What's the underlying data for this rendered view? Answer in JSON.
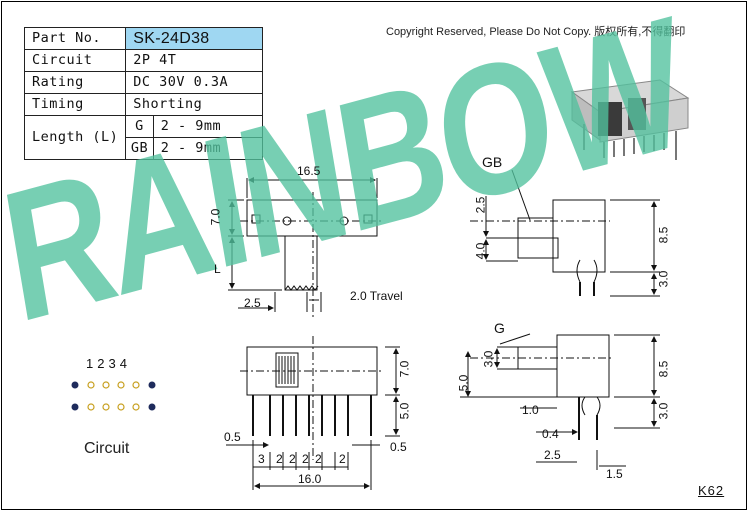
{
  "spec": {
    "part_label": "Part No.",
    "part_value": "SK-24D38",
    "circuit_label": "Circuit",
    "circuit_value": "2P 4T",
    "rating_label": "Rating",
    "rating_value": "DC 30V 0.3A",
    "timing_label": "Timing",
    "timing_value": "Shorting",
    "length_label": "Length (L)",
    "length_rows": [
      {
        "type": "G",
        "value": "2 - 9mm"
      },
      {
        "type": "GB",
        "value": "2 - 9mm"
      }
    ]
  },
  "copyright": "Copyright Reserved, Please Do Not Copy. 版权所有,不得翻印",
  "watermark": "RAINBOW",
  "dimensions": {
    "top_width": "16.5",
    "body_height": "7.0",
    "length": "L",
    "pitch_offset": "2.5",
    "travel": "2.0 Travel",
    "front_height": "7.0",
    "pin_height": "5.0",
    "pin_width": "0.5",
    "pin_gap": "0.5",
    "pitch_first": "3",
    "pitch_list": [
      "2",
      "2",
      "2",
      "2",
      "2"
    ],
    "bottom_width": "16.0",
    "gb_label": "GB",
    "gb_top": "2.5",
    "gb_mid": "4.0",
    "gb_h": "8.5",
    "gb_foot": "3.0",
    "g_label": "G",
    "g_top": "3.0",
    "g_left": "5.0",
    "g_h": "8.5",
    "g_foot": "3.0",
    "g_a": "1.0",
    "g_b": "0.4",
    "g_c": "2.5",
    "g_d": "1.5"
  },
  "circuit_title": "Circuit",
  "pin_numbers": "1234",
  "code": "K62"
}
